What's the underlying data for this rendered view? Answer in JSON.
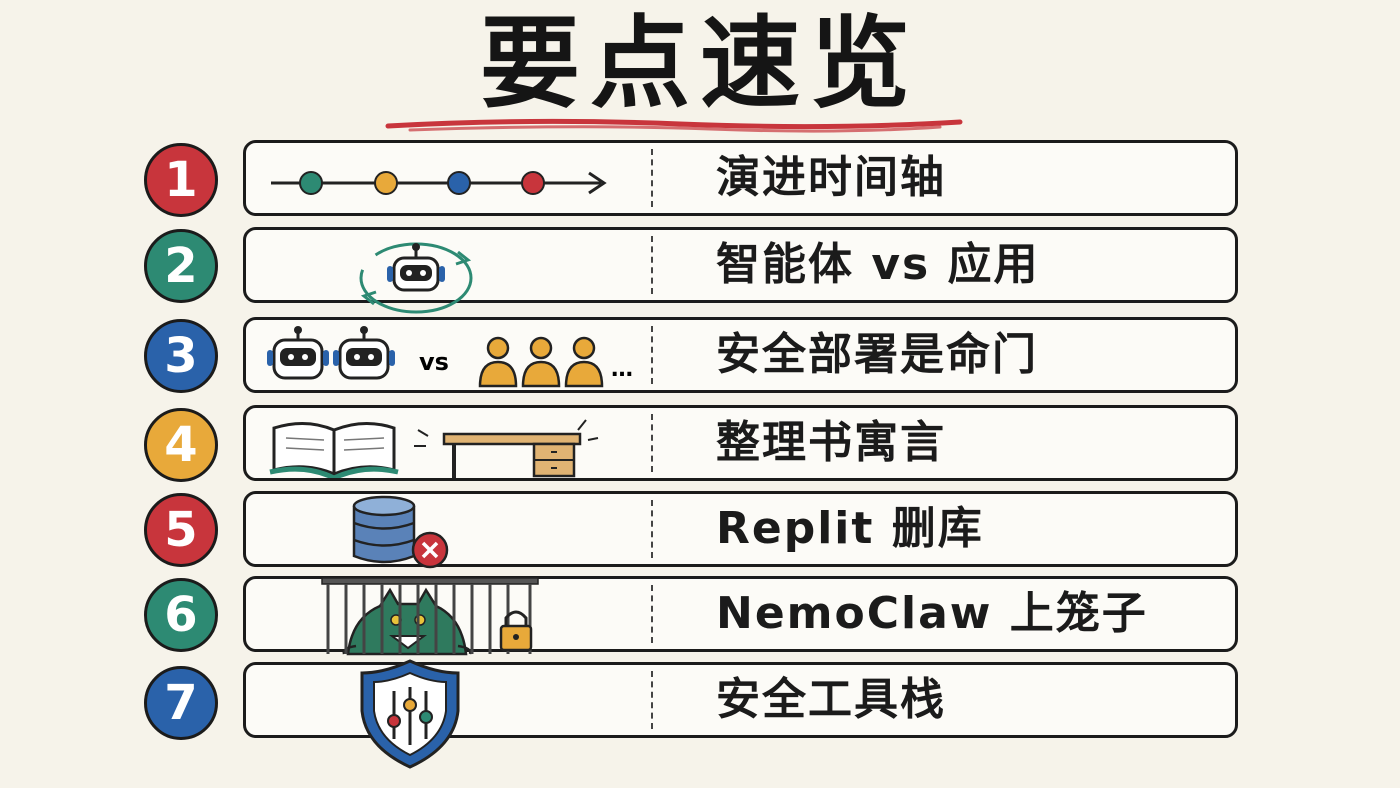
{
  "title": "要点速览",
  "colors": {
    "red": "#c8353c",
    "green": "#2d8a73",
    "blue": "#2a62aa",
    "yellow": "#e8a93a"
  },
  "items": [
    {
      "number": "1",
      "label": "演进时间轴",
      "icon": "timeline-icon"
    },
    {
      "number": "2",
      "label": "智能体 vs 应用",
      "icon": "robot-cycle-icon"
    },
    {
      "number": "3",
      "label": "安全部署是命门",
      "icon": "robots-vs-people-icon",
      "vs_text": "vs",
      "ellipsis": "…"
    },
    {
      "number": "4",
      "label": "整理书寓言",
      "icon": "book-and-desk-icon"
    },
    {
      "number": "5",
      "label": "Replit 删库",
      "icon": "database-delete-icon"
    },
    {
      "number": "6",
      "label": "NemoClaw 上笼子",
      "icon": "caged-monster-icon"
    },
    {
      "number": "7",
      "label": "安全工具栈",
      "icon": "shield-sliders-icon"
    }
  ]
}
